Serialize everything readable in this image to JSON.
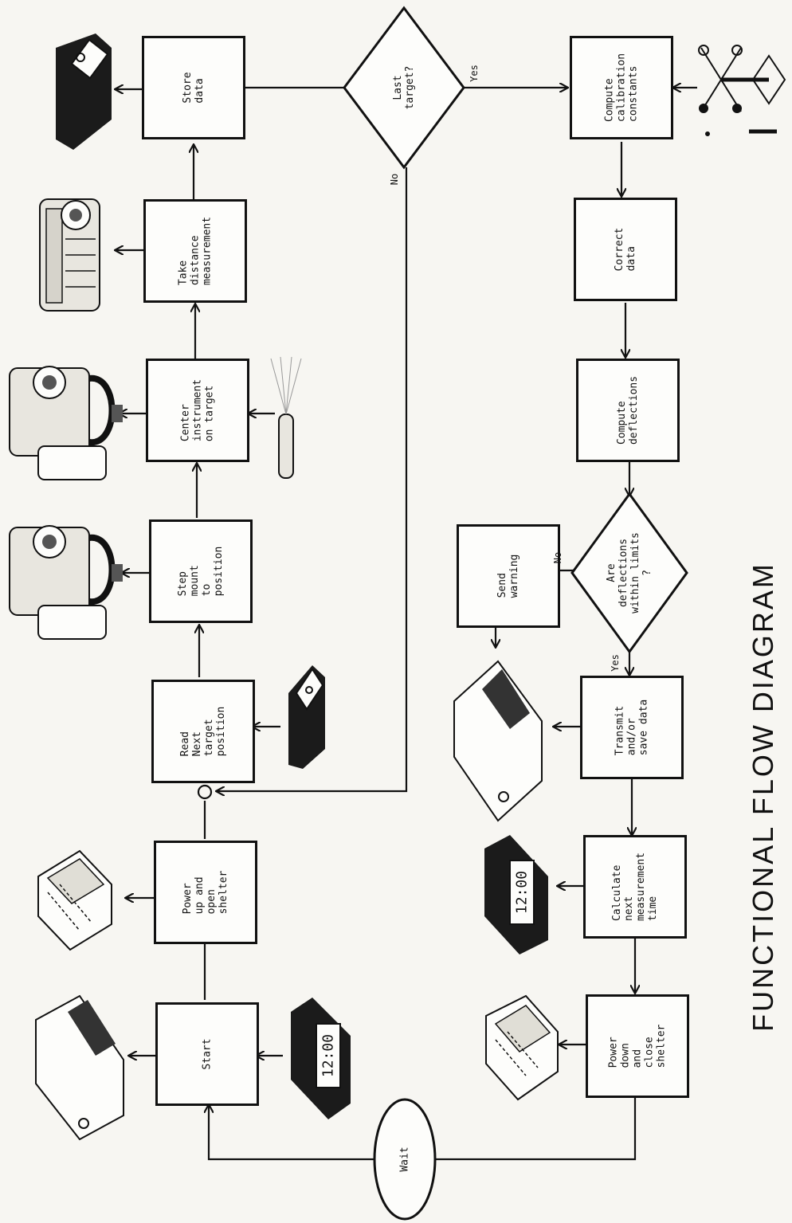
{
  "diagram": {
    "title": "FUNCTIONAL FLOW DIAGRAM",
    "nodes": {
      "store_data": "Store\ndata",
      "take_distance": "Take\ndistance\nmeasurement",
      "center_instrument": "Center\ninstrument\non target",
      "step_mount": "Step\nmount\nto\nposition",
      "read_next": "Read\nNext\ntarget\nposition",
      "power_up": "Power\nup and\nopen\nshelter",
      "start": "Start",
      "wait": "Wait",
      "last_target": "Last\ntarget?",
      "compute_calibration": "Compute\ncalibration\nconstants",
      "correct_data": "Correct\ndata",
      "compute_deflections": "Compute\ndeflections",
      "are_deflections": "Are\ndeflections\nwithin limits\n?",
      "send_warning": "Send\nwarning",
      "transmit": "Transmit\nand/or\nsave data",
      "calculate_next": "Calculate\nnext\nmeasurement\ntime",
      "power_down": "Power\ndown\nand\nclose\nshelter"
    },
    "branch_labels": {
      "last_yes": "Yes",
      "last_no": "No",
      "limits_no": "No",
      "limits_yes": "Yes"
    },
    "clock_readout": "12:00",
    "colors": {
      "ink": "#111111",
      "paper": "#f7f6f2"
    }
  }
}
